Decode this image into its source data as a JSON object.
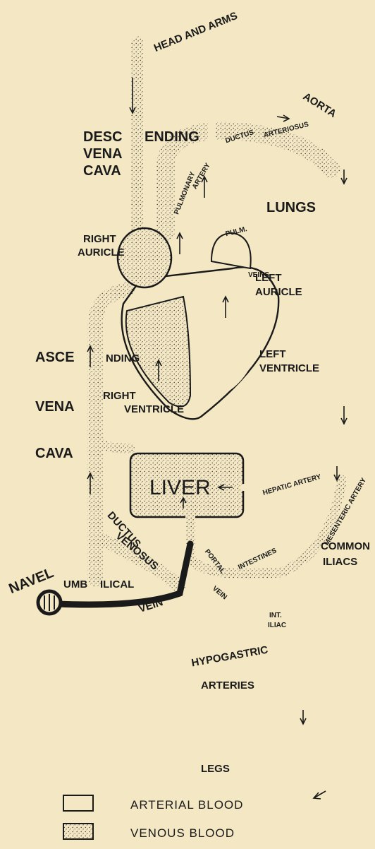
{
  "labels": {
    "head_and_arms": "HEAD AND ARMS",
    "aorta": "AORTA",
    "descending_1": "DESC",
    "descending_2": "ENDING",
    "vena_1": "VENA",
    "cava_1": "CAVA",
    "ductus": "DUCTUS",
    "arteriosus": "ARTERIOSUS",
    "pulmonary": "PULMONARY",
    "artery": "ARTERY",
    "lungs": "LUNGS",
    "pulm": "PULM.",
    "veins": "VEINS",
    "right_auricle_1": "RIGHT",
    "right_auricle_2": "AURICLE",
    "left_auricle_1": "LEFT",
    "left_auricle_2": "AURICLE",
    "ascending_1": "ASCE",
    "ascending_2": "NDING",
    "vena_2": "VENA",
    "cava_2": "CAVA",
    "left_ventricle_1": "LEFT",
    "left_ventricle_2": "VENTRICLE",
    "right_ventricle_1": "RIGHT",
    "right_ventricle_2": "VENTRICLE",
    "liver": "LIVER",
    "hepatic_artery": "HEPATIC ARTERY",
    "mesenteric_artery": "MESENTERIC ARTERY",
    "ductus_2": "DUCTUS",
    "venosus": "VENOSUS",
    "portal": "PORTAL",
    "vein_portal": "VEIN",
    "intestines": "INTESTINES",
    "common": "COMMON",
    "iliacs": "ILIACS",
    "navel": "NAVEL",
    "umb": "UMB",
    "ilical": "ILICAL",
    "vein_umb": "VEIN",
    "int": "INT.",
    "iliac": "ILIAC",
    "hypogastric": "HYPOGASTRIC",
    "arteries": "ARTERIES",
    "legs": "LEGS"
  },
  "legend": {
    "arterial": "ARTERIAL BLOOD",
    "venous": "VENOUS BLOOD"
  },
  "colors": {
    "background": "#f4e8c4",
    "ink": "#1a1a1a"
  }
}
